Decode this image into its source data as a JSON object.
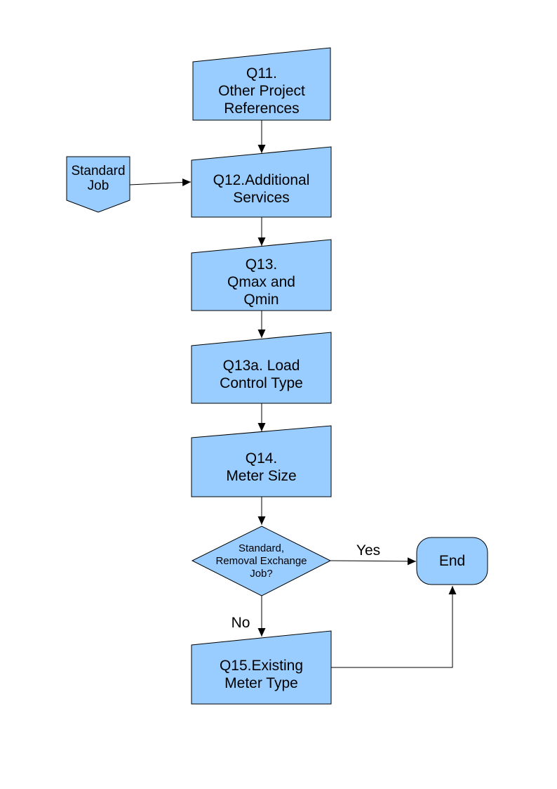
{
  "colors": {
    "shape_fill": "#99CCFF",
    "shape_border": "#000000",
    "line_color": "#000000",
    "text_color": "#000000",
    "page_background": "#FFFFFF"
  },
  "nodes": [
    {
      "id": "q11",
      "type": "manual-input",
      "label": "Q11.\nOther Project\nReferences"
    },
    {
      "id": "standard-job",
      "type": "off-page-connector",
      "label": "Standard\nJob"
    },
    {
      "id": "q12",
      "type": "manual-input",
      "label": "Q12.Additional\nServices"
    },
    {
      "id": "q13",
      "type": "manual-input",
      "label": "Q13.\nQmax and\nQmin"
    },
    {
      "id": "q13a",
      "type": "manual-input",
      "label": "Q13a. Load\nControl Type"
    },
    {
      "id": "q14",
      "type": "manual-input",
      "label": "Q14.\nMeter Size"
    },
    {
      "id": "decision",
      "type": "decision",
      "label": "Standard,\nRemoval Exchange\nJob?"
    },
    {
      "id": "end",
      "type": "terminator",
      "label": "End"
    },
    {
      "id": "q15",
      "type": "manual-input",
      "label": "Q15.Existing\nMeter Type"
    }
  ],
  "edge_labels": {
    "yes": "Yes",
    "no": "No"
  }
}
